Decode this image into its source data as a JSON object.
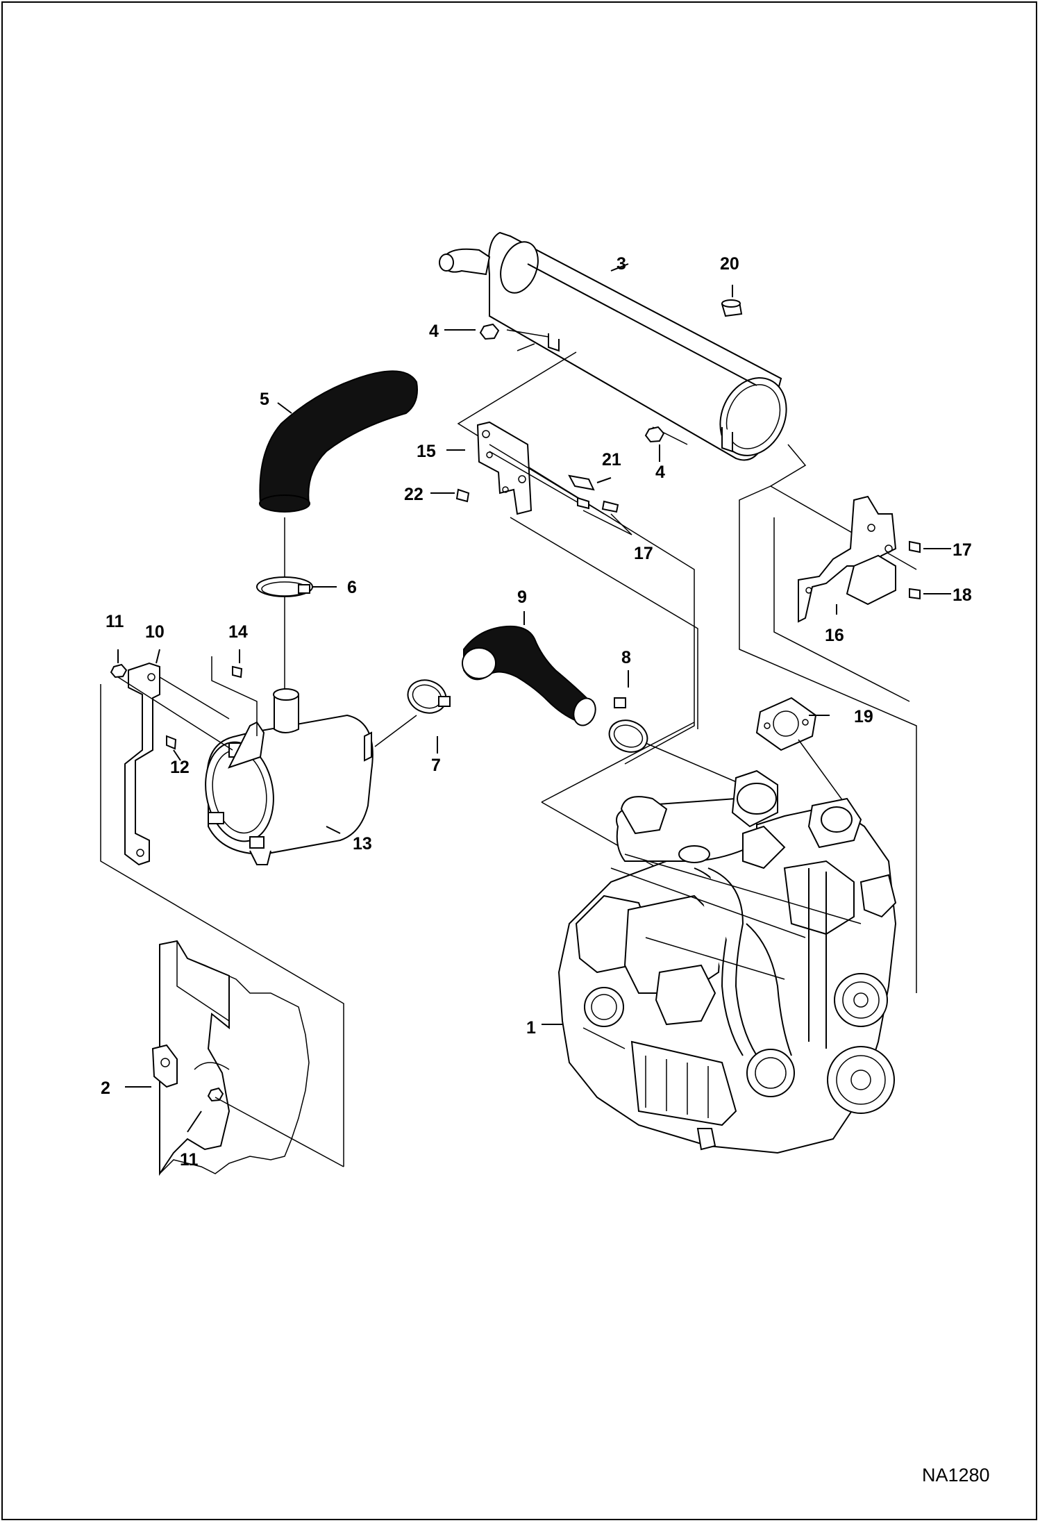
{
  "drawing_code": "NA1280",
  "callouts": [
    {
      "id": "c1",
      "label": "1"
    },
    {
      "id": "c2",
      "label": "2"
    },
    {
      "id": "c3",
      "label": "3"
    },
    {
      "id": "c4a",
      "label": "4"
    },
    {
      "id": "c4b",
      "label": "4"
    },
    {
      "id": "c5",
      "label": "5"
    },
    {
      "id": "c6",
      "label": "6"
    },
    {
      "id": "c7",
      "label": "7"
    },
    {
      "id": "c8",
      "label": "8"
    },
    {
      "id": "c9",
      "label": "9"
    },
    {
      "id": "c10",
      "label": "10"
    },
    {
      "id": "c11a",
      "label": "11"
    },
    {
      "id": "c11b",
      "label": "11"
    },
    {
      "id": "c12",
      "label": "12"
    },
    {
      "id": "c13",
      "label": "13"
    },
    {
      "id": "c14",
      "label": "14"
    },
    {
      "id": "c15",
      "label": "15"
    },
    {
      "id": "c16",
      "label": "16"
    },
    {
      "id": "c17a",
      "label": "17"
    },
    {
      "id": "c17b",
      "label": "17"
    },
    {
      "id": "c18",
      "label": "18"
    },
    {
      "id": "c19",
      "label": "19"
    },
    {
      "id": "c20",
      "label": "20"
    },
    {
      "id": "c21",
      "label": "21"
    },
    {
      "id": "c22",
      "label": "22"
    }
  ]
}
